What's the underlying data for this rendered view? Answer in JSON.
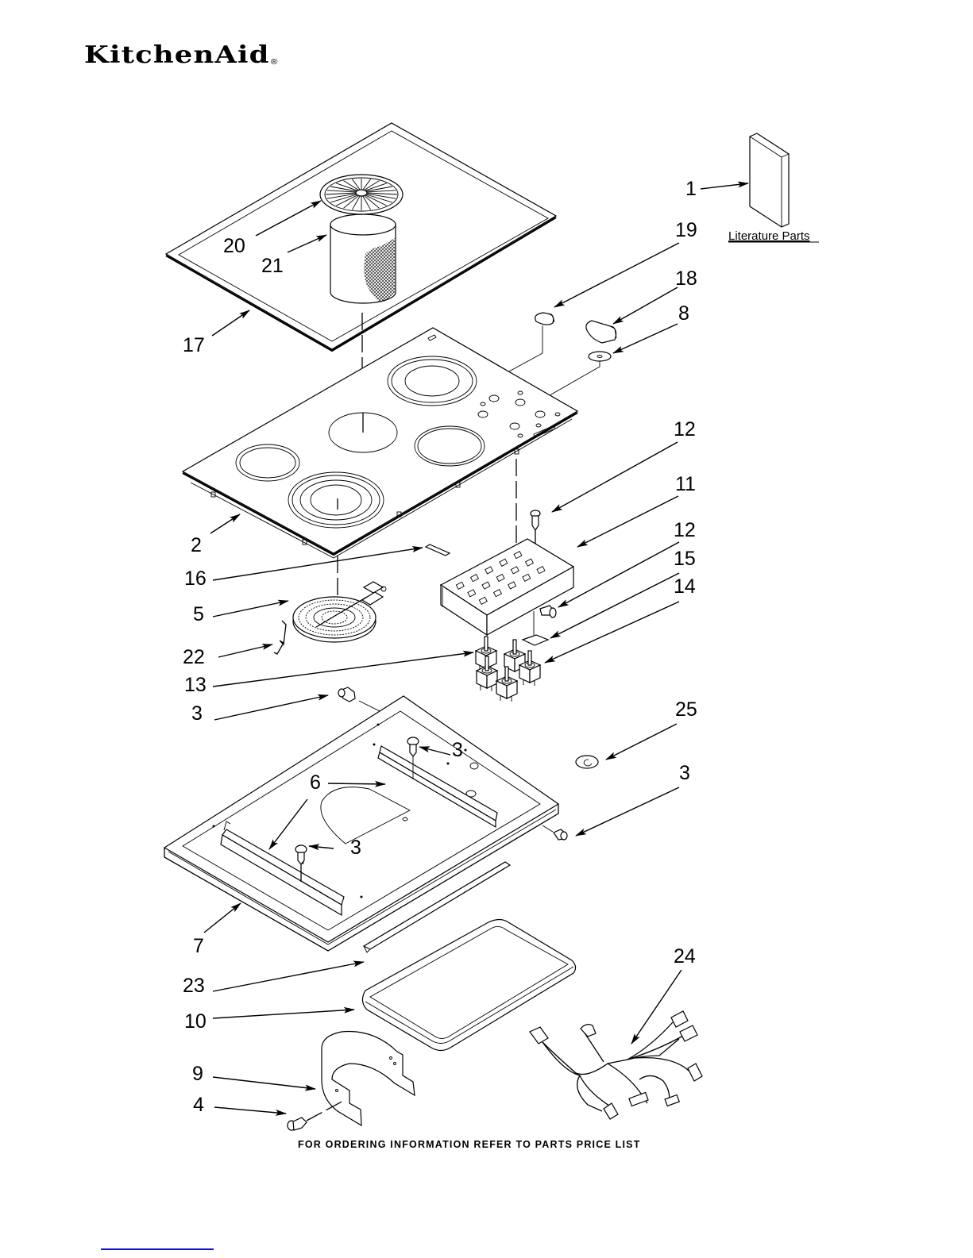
{
  "brand": {
    "name": "KitchenAid",
    "registered_mark": "®"
  },
  "literature": {
    "label": "Literature Parts"
  },
  "footer": {
    "note": "FOR ORDERING INFORMATION REFER TO PARTS PRICE LIST"
  },
  "callouts": {
    "c1": "1",
    "c2": "2",
    "c3a": "3",
    "c3b": "3",
    "c3c": "3",
    "c3d": "3",
    "c4": "4",
    "c5": "5",
    "c6": "6",
    "c7": "7",
    "c8": "8",
    "c9": "9",
    "c10": "10",
    "c11": "11",
    "c12a": "12",
    "c12b": "12",
    "c13": "13",
    "c14": "14",
    "c15": "15",
    "c16": "16",
    "c17": "17",
    "c18": "18",
    "c19": "19",
    "c20": "20",
    "c21": "21",
    "c22": "22",
    "c23": "23",
    "c24": "24",
    "c25": "25"
  },
  "parts": [
    {
      "ref": "1",
      "name": "literature-parts"
    },
    {
      "ref": "2",
      "name": "cooktop-glass"
    },
    {
      "ref": "3",
      "name": "screw"
    },
    {
      "ref": "4",
      "name": "screw"
    },
    {
      "ref": "5",
      "name": "surface-element"
    },
    {
      "ref": "6",
      "name": "bracket"
    },
    {
      "ref": "7",
      "name": "burner-box"
    },
    {
      "ref": "8",
      "name": "knob-washer"
    },
    {
      "ref": "9",
      "name": "shield"
    },
    {
      "ref": "10",
      "name": "frame"
    },
    {
      "ref": "11",
      "name": "switch-bracket"
    },
    {
      "ref": "12",
      "name": "screw"
    },
    {
      "ref": "13",
      "name": "infinite-switch"
    },
    {
      "ref": "14",
      "name": "switch"
    },
    {
      "ref": "15",
      "name": "insulator"
    },
    {
      "ref": "16",
      "name": "indicator-light"
    },
    {
      "ref": "17",
      "name": "cover-grille"
    },
    {
      "ref": "18",
      "name": "knob"
    },
    {
      "ref": "19",
      "name": "knob"
    },
    {
      "ref": "20",
      "name": "vent-grille"
    },
    {
      "ref": "21",
      "name": "filter"
    },
    {
      "ref": "22",
      "name": "clip"
    },
    {
      "ref": "23",
      "name": "trim-strip"
    },
    {
      "ref": "24",
      "name": "wire-harness"
    },
    {
      "ref": "25",
      "name": "grommet"
    }
  ]
}
